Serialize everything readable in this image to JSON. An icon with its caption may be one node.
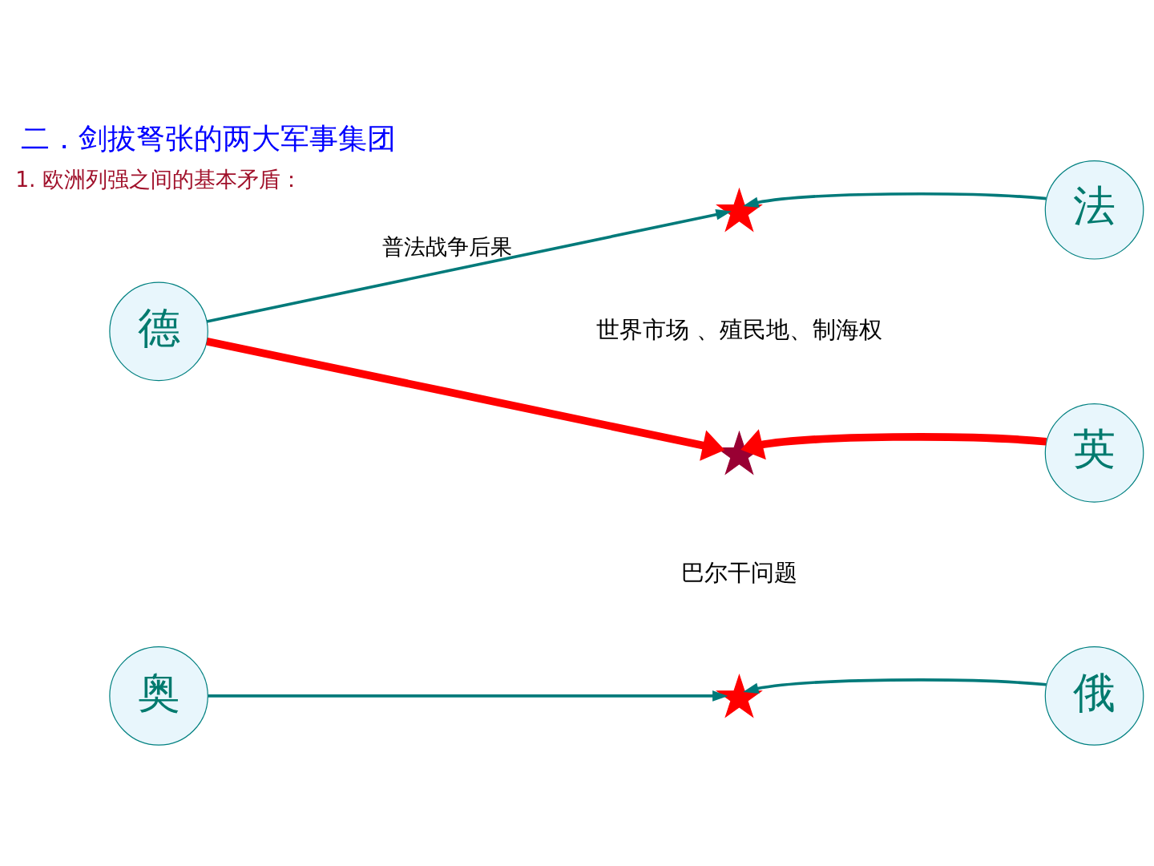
{
  "diagram": {
    "title": "二．剑拔弩张的两大军事集团",
    "nodes": [
      {
        "text": [
          "法"
        ]
      },
      {
        "text": [],
        "shape": "star"
      },
      {
        "text": [
          "德"
        ]
      },
      {
        "text": [],
        "shape": "star"
      },
      {
        "text": [
          "英"
        ]
      },
      {
        "text": [
          "奥"
        ]
      },
      {
        "text": [],
        "shape": "star"
      },
      {
        "text": [
          "俄"
        ]
      }
    ],
    "edges": [
      {
        "from": 2,
        "to": 1,
        "arrow": "to",
        "label": "普法战争后果"
      },
      {
        "from": 0,
        "to": 1,
        "arrow": "to"
      },
      {
        "from": 2,
        "to": 3,
        "arrow": "to",
        "style": "thick",
        "color": "#ff0000"
      },
      {
        "from": 4,
        "to": 3,
        "arrow": "to",
        "style": "thick",
        "color": "#ff0000"
      },
      {
        "from": 5,
        "to": 6,
        "arrow": "to"
      },
      {
        "from": 7,
        "to": 6,
        "arrow": "to"
      }
    ],
    "labels": [
      "1. 欧洲列强之间的基本矛盾：",
      "世界市场 、殖民地、制海权",
      "巴尔干问题"
    ]
  }
}
